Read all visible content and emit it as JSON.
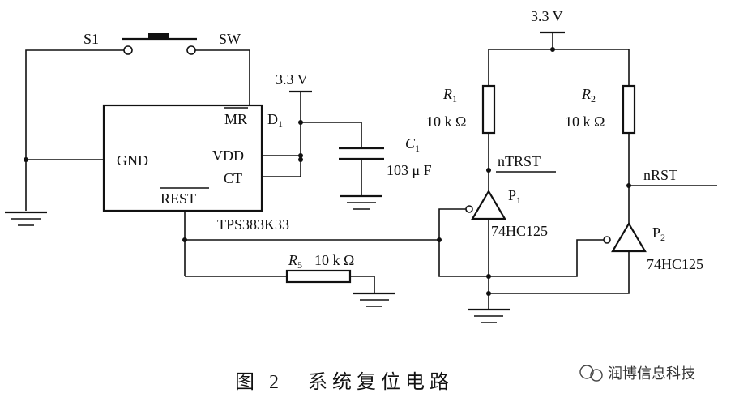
{
  "labels": {
    "s1": "S1",
    "sw": "SW",
    "v33_top_right": "3.3 V",
    "v33_mid": "3.3 V",
    "mr": "MR",
    "gnd": "GND",
    "vdd": "VDD",
    "ct": "CT",
    "rest": "REST",
    "chip": "TPS383K33",
    "d1": "D",
    "d1_sub": "1",
    "c1": "C",
    "c1_sub": "1",
    "c1_value": "103 μ F",
    "r1": "R",
    "r1_sub": "1",
    "r1_value": "10 k Ω",
    "r2": "R",
    "r2_sub": "2",
    "r2_value": "10 k Ω",
    "r5": "R",
    "r5_sub": "5",
    "r5_value": "10 k Ω",
    "ntrst": "nTRST",
    "nrst": "nRST",
    "p1": "P",
    "p1_sub": "1",
    "p2": "P",
    "p2_sub": "2",
    "buf1": "74HC125",
    "buf2": "74HC125"
  },
  "caption": "图 2　系统复位电路",
  "watermark": "润博信息科技"
}
